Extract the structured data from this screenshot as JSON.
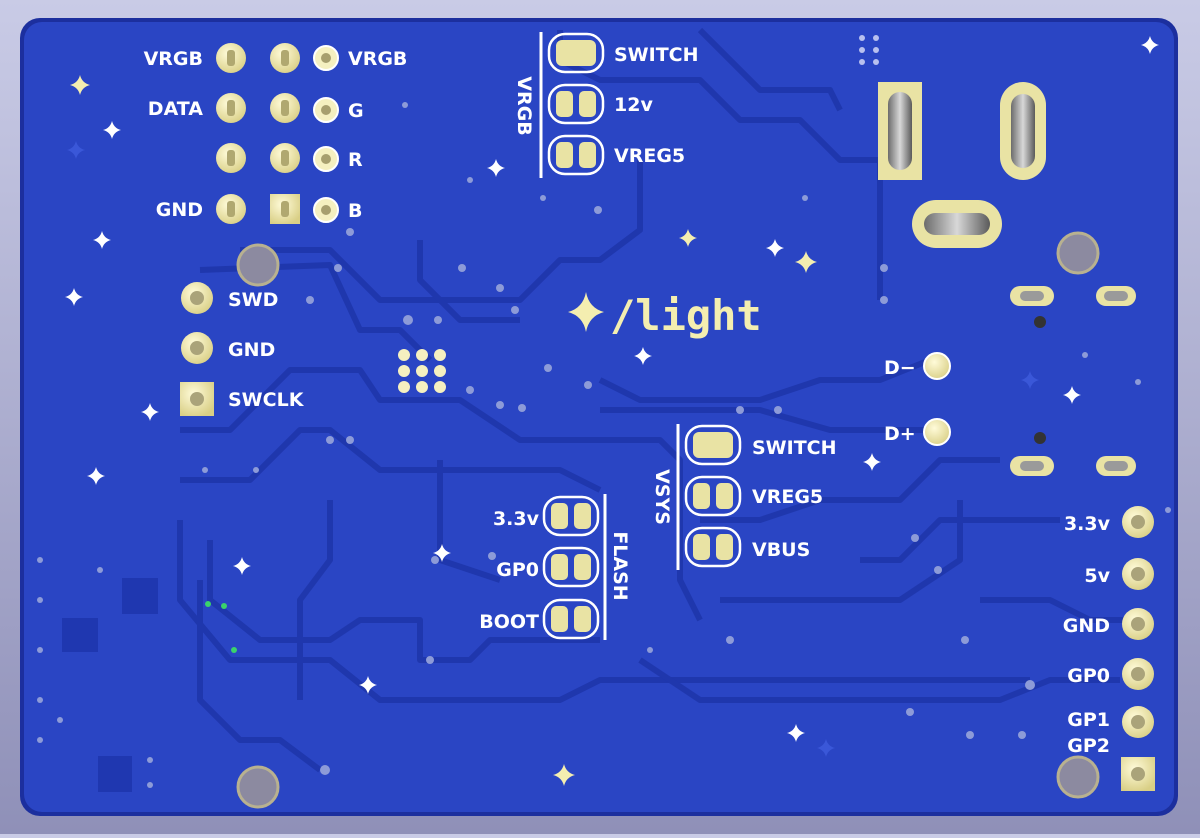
{
  "board": {
    "logo_text": "/light",
    "colors": {
      "substrate": "#1c2f9e",
      "copper": "#2a46c6",
      "trace": "#2f4fd6",
      "silkscreen": "#ffffff",
      "pad_gold": "#e9e3a4",
      "background": "#a9aacd"
    }
  },
  "vrgb_header": {
    "left_labels": [
      "VRGB",
      "DATA",
      "GND"
    ],
    "right_labels": [
      "VRGB",
      "G",
      "R",
      "B"
    ]
  },
  "vrgb_jumper": {
    "group_label": "VRGB",
    "options": [
      "SWITCH",
      "12v",
      "VREG5"
    ]
  },
  "swd_header": {
    "labels": [
      "SWD",
      "GND",
      "SWCLK"
    ]
  },
  "usb_data": {
    "labels": [
      "D−",
      "D+"
    ]
  },
  "vsys_jumper": {
    "group_label": "VSYS",
    "options": [
      "SWITCH",
      "VREG5",
      "VBUS"
    ]
  },
  "flash_jumper": {
    "group_label": "FLASH",
    "options": [
      "3.3v",
      "GP0",
      "BOOT"
    ]
  },
  "gpio_header": {
    "labels": [
      "3.3v",
      "5v",
      "GND",
      "GP0",
      "GP1",
      "GP2"
    ]
  }
}
